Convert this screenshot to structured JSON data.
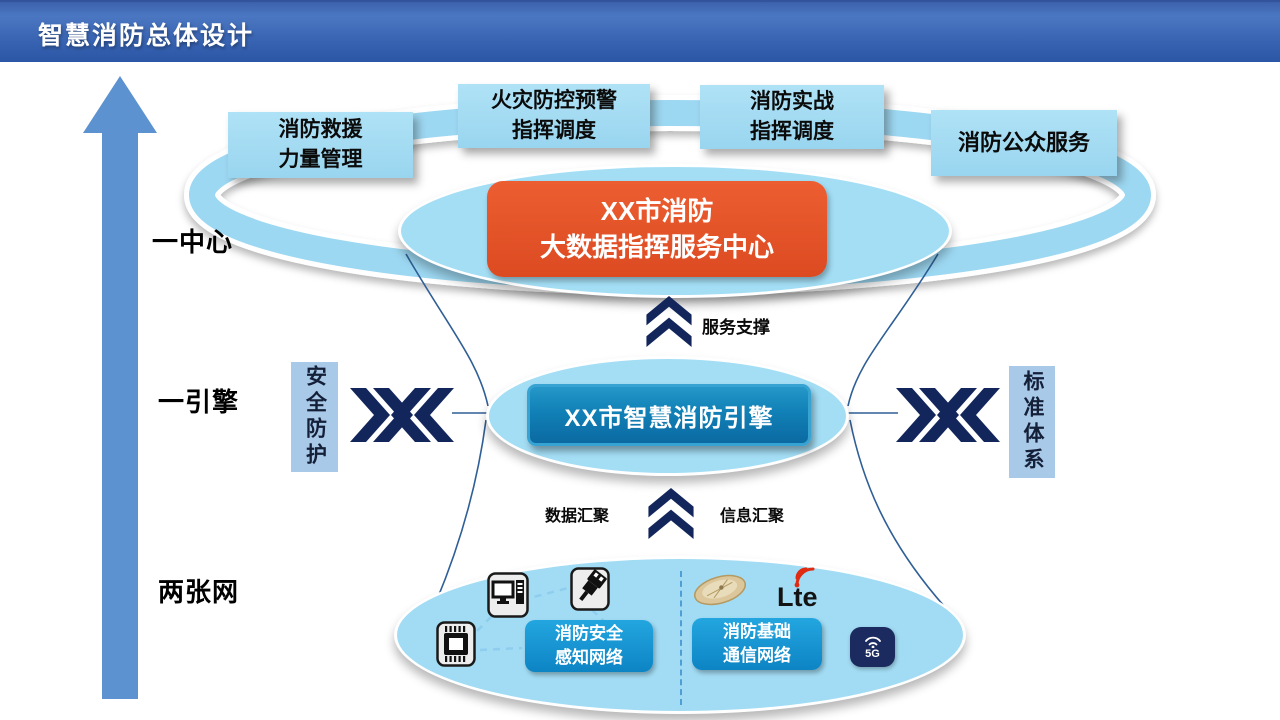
{
  "header": {
    "title": "智慧消防总体设计"
  },
  "left_rail": {
    "center_label": "一中心",
    "engine_label": "一引擎",
    "network_label": "两张网"
  },
  "center_layer": {
    "apps": [
      "消防救援\n力量管理",
      "火灾防控预警\n指挥调度",
      "消防实战\n指挥调度",
      "消防公众服务"
    ],
    "core": "XX市消防\n大数据指挥服务中心",
    "support_label": "服务支撑"
  },
  "engine_layer": {
    "core": "XX市智慧消防引擎",
    "left_tag": "安全防护",
    "right_tag": "标准体系",
    "data_label": "数据汇聚",
    "info_label": "信息汇聚"
  },
  "network_layer": {
    "sensing": "消防安全\n感知网络",
    "comm": "消防基础\n通信网络",
    "lte": "Lte",
    "five_g": "5G"
  },
  "icons": {
    "up_arrow": "up-arrow-icon",
    "chevron_up_double": "chevron-up-double-icon",
    "data_exchange": "data-exchange-chevrons-icon",
    "computer": "computer-icon",
    "usb": "usb-plug-icon",
    "chip": "chip-icon",
    "satellite": "satellite-dish-icon",
    "lte_signal": "lte-signal-icon",
    "wifi_5g": "wifi-5g-icon"
  },
  "colors": {
    "header_blue": "#3f68b3",
    "accent_orange": "#e2512a",
    "panel_light_blue": "#a4def5",
    "engine_blue": "#1080b6",
    "navy": "#13265c",
    "arrow_blue": "#5b92cf",
    "ring_blue": "#9dd8f2"
  }
}
